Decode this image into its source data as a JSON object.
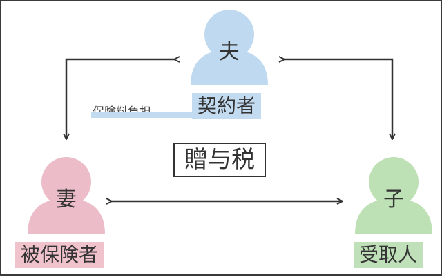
{
  "colors": {
    "husband": "#bfdaf0",
    "wife": "#ecbcc8",
    "child": "#bde0b5",
    "arrow": "#333333"
  },
  "husband": {
    "name": "夫",
    "role": "契約者",
    "note": "保険料負担"
  },
  "wife": {
    "name": "妻",
    "role": "被保険者"
  },
  "child": {
    "name": "子",
    "role": "受取人"
  },
  "center": {
    "label": "贈与税"
  }
}
